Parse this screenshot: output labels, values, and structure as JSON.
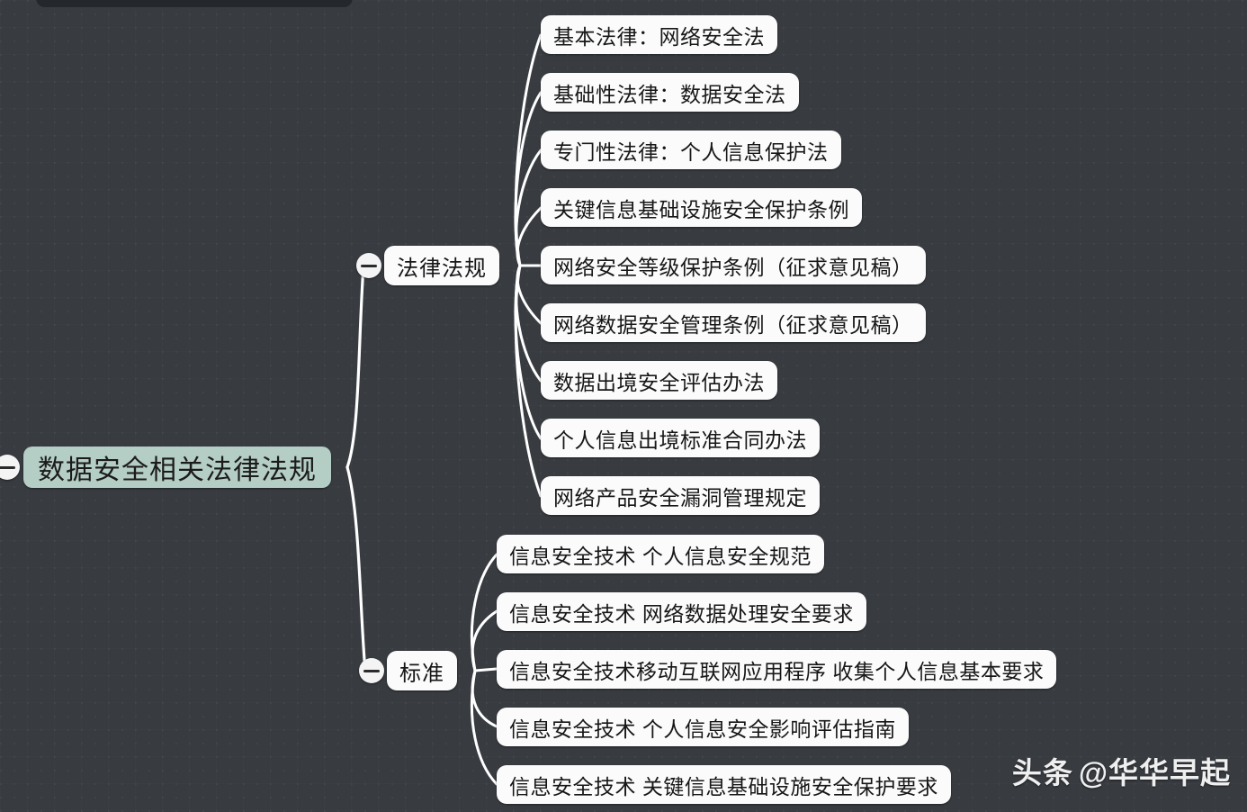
{
  "app": {
    "type": "mind-map",
    "background_color": "#383c41",
    "link_color": "#ffffff",
    "root_node_color": "#b4cdc5",
    "node_color": "#fbfbfb",
    "node_text_color": "#171717"
  },
  "root": {
    "label": "数据安全相关法律法规",
    "toggle_icon": "minus-circle-icon"
  },
  "branches": [
    {
      "id": "laws",
      "label": "法律法规",
      "toggle_icon": "minus-circle-icon",
      "children": [
        {
          "label": "基本法律：网络安全法"
        },
        {
          "label": "基础性法律：数据安全法"
        },
        {
          "label": "专门性法律：个人信息保护法"
        },
        {
          "label": "关键信息基础设施安全保护条例"
        },
        {
          "label": "网络安全等级保护条例（征求意见稿）"
        },
        {
          "label": "网络数据安全管理条例（征求意见稿）"
        },
        {
          "label": "数据出境安全评估办法"
        },
        {
          "label": "个人信息出境标准合同办法"
        },
        {
          "label": "网络产品安全漏洞管理规定"
        }
      ]
    },
    {
      "id": "standards",
      "label": "标准",
      "toggle_icon": "minus-circle-icon",
      "children": [
        {
          "label": "信息安全技术 个人信息安全规范"
        },
        {
          "label": "信息安全技术 网络数据处理安全要求"
        },
        {
          "label": "信息安全技术移动互联网应用程序 收集个人信息基本要求"
        },
        {
          "label": "信息安全技术 个人信息安全影响评估指南"
        },
        {
          "label": "信息安全技术 关键信息基础设施安全保护要求"
        }
      ]
    }
  ],
  "watermark": {
    "platform": "头条",
    "handle": "@华华早起"
  }
}
